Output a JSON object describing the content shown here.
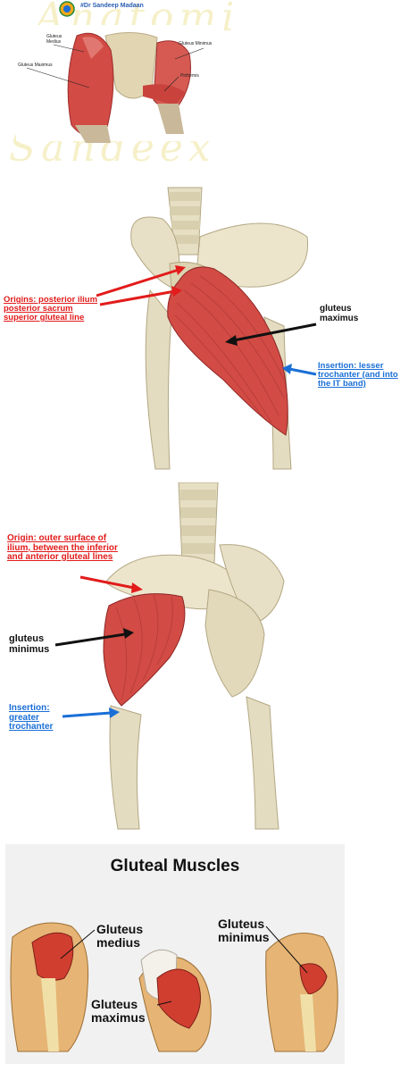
{
  "panel1": {
    "credit": "#Dr Sandeep Madaan",
    "watermark_top": "Anatomi",
    "watermark_bottom": "Sandeex",
    "labels": {
      "gluteus_medius": "Gluteus\nMedius",
      "gluteus_minimus": "Gluteus Minimus",
      "gluteus_maximus": "Gluteus Maximus",
      "piriformis": "Piriformis"
    }
  },
  "panel2": {
    "origin": "Origins: posterior ilium\nposterior sacrum\nsuperior gluteal line",
    "muscle": "gluteus\nmaximus",
    "insertion": "Insertion: lesser\ntrochanter (and into\nthe IT band)"
  },
  "panel3": {
    "origin": "Origin: outer surface of\nilium, between the inferior\nand anterior gluteal lines",
    "muscle": "gluteus\nminimus",
    "insertion": "Insertion:\ngreater\ntrochanter"
  },
  "panel4": {
    "title": "Gluteal Muscles",
    "medius": "Gluteus\nmedius",
    "minimus": "Gluteus\nminimus",
    "maximus": "Gluteus\nmaximus"
  },
  "colors": {
    "muscle": "#d24b45",
    "bone": "#e6dfc4",
    "origin_red": "#e21b1b",
    "insertion_blue": "#1a6fd6",
    "title_bg": "#f1f1f1"
  }
}
